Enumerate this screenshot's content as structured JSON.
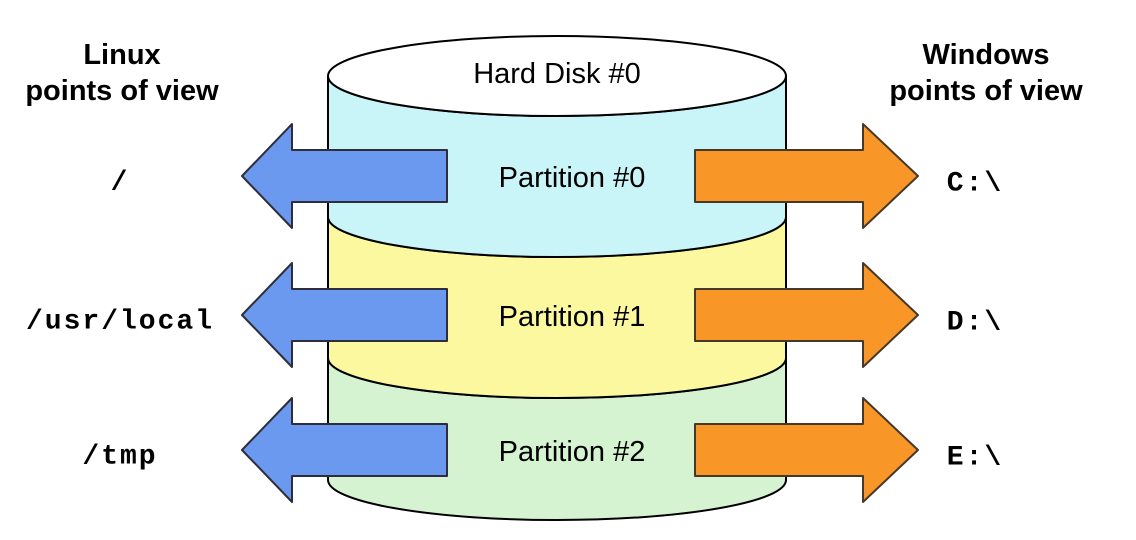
{
  "diagram": {
    "disk_title": "Hard Disk #0",
    "linux_header": {
      "line1": "Linux",
      "line2": "points of view"
    },
    "windows_header": {
      "line1": "Windows",
      "line2": "points of view"
    },
    "rows": [
      {
        "linux_mount": "/",
        "partition": "Partition #0",
        "windows_drive": "C:\\"
      },
      {
        "linux_mount": "/usr/local",
        "partition": "Partition #1",
        "windows_drive": "D:\\"
      },
      {
        "linux_mount": "/tmp",
        "partition": "Partition #2",
        "windows_drive": "E:\\"
      }
    ],
    "colors": {
      "disk_top": "#ffffff",
      "partition0": "#c9f5f9",
      "partition1": "#fbf8a0",
      "partition2": "#d5f3d0",
      "linux_arrow_fill": "#6c99f0",
      "windows_arrow_fill": "#f89728"
    }
  }
}
